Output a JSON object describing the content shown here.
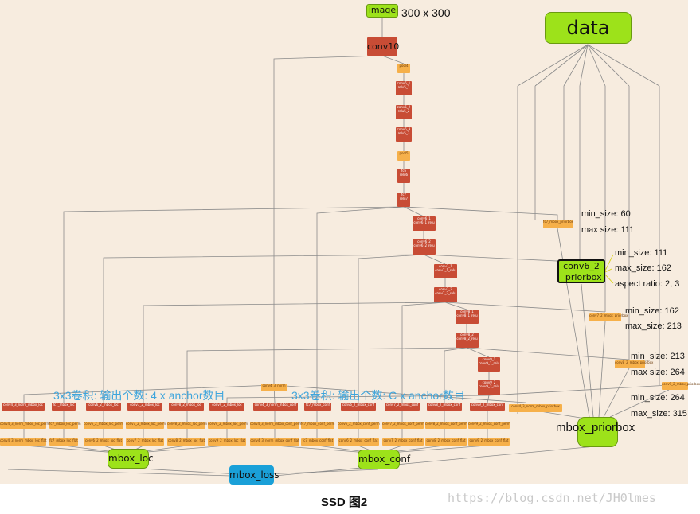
{
  "top": {
    "input_label": "image",
    "input_size": "300 x 300",
    "data_label": "data"
  },
  "backbone": {
    "conv10": "conv10",
    "pool": "pool4",
    "conv5_1": "conv5_1 relu5_1",
    "conv5_2": "conv5_2 relu5_2",
    "conv5_3": "conv5_3 relu5_3",
    "pool5": "pool5",
    "fc6": "fc6 relu6",
    "fc7": "fc7 relu7",
    "c61": "conv6_1 conv6_1_relu",
    "c62": "conv6_2 conv6_2_relu",
    "c71": "conv7_1 conv7_1_relu",
    "c72": "conv7_2 conv7_2_relu",
    "c81": "conv8_1 conv8_1_relu",
    "c82": "conv8_2 conv8_2_relu",
    "c91": "conv9_1 conv9_1_relu",
    "c92": "conv9_2 conv9_2_relu"
  },
  "norm": "conv4_3_norm",
  "priorbox_small": {
    "fc7": "fc7_mbox_priorbox",
    "c7": "conv7_2_mbox_priorbox",
    "c8": "conv8_2_mbox_priorbox",
    "c9": "conv9_2_mbox_priorbox",
    "c4": "conv4_3_norm_mbox_priorbox"
  },
  "conv6_2_priorbox": "conv6_2 _priorbox",
  "prior_params": {
    "p1a": "min_size: 60",
    "p1b": "max  size: 111",
    "p2a": "min_size: 111",
    "p2b": "max_size: 162",
    "p2c": "aspect ratio: 2, 3",
    "p3a": "min_size: 162",
    "p3b": "max_size: 213",
    "p4a": "min_size: 213",
    "p4b": "max  size: 264",
    "p5a": "min_size: 264",
    "p5b": "max_size: 315"
  },
  "annotations": {
    "loc": "3x3卷积: 输出个数: 4 x anchor数目",
    "conf": "3x3卷积: 输出个数: C x anchor数目"
  },
  "loc_heads": {
    "row1": [
      "conv4_3_norm_mbox_loc",
      "fc7_mbox_loc",
      "conv6_2_mbox_loc",
      "conv7_2_mbox_loc",
      "conv8_2_mbox_loc",
      "conv9_2_mbox_loc"
    ],
    "row2": [
      "conv4_3_norm_mbox_loc_perm",
      "fc7_mbox_loc_perm",
      "conv6_2_mbox_loc_perm",
      "conv7_2_mbox_loc_perm",
      "conv8_2_mbox_loc_perm",
      "conv9_2_mbox_loc_perm"
    ],
    "row3": [
      "conv4_3_norm_mbox_loc_flat",
      "fc7_mbox_loc_flat",
      "conv6_2_mbox_loc_flat",
      "conv7_2_mbox_loc_flat",
      "conv8_2_mbox_loc_flat",
      "conv9_2_mbox_loc_flat"
    ]
  },
  "conf_heads": {
    "row1": [
      "conv4_3_norm_mbox_conf",
      "fc7_mbox_conf",
      "conv6_2_mbox_conf",
      "conv7_2_mbox_conf",
      "conv8_2_mbox_conf",
      "conv9_2_mbox_conf"
    ],
    "row2": [
      "conv4_3_norm_mbox_conf_perm",
      "fc7_mbox_conf_perm",
      "conv6_2_mbox_conf_perm",
      "conv7_2_mbox_conf_perm",
      "conv8_2_mbox_conf_perm",
      "conv9_2_mbox_conf_perm"
    ],
    "row3": [
      "conv4_3_norm_mbox_conf_flat",
      "fc7_mbox_conf_flat",
      "conv6_2_mbox_conf_flat",
      "conv7_2_mbox_conf_flat",
      "conv8_2_mbox_conf_flat",
      "conv9_2_mbox_conf_flat"
    ]
  },
  "outputs": {
    "loc": "mbox_loc",
    "conf": "mbox_conf",
    "prior": "mbox_priorbox",
    "loss": "mbox_loss"
  },
  "caption": "SSD 图2",
  "watermark": "https://blog.csdn.net/JH0lmes",
  "colors": {
    "background": "#f7ecdf",
    "conv_layer": "#c84c35",
    "blob": "#f6b04a",
    "io": "#9de21a",
    "loss": "#1aa0d8",
    "annotation": "#3fa5dc"
  }
}
